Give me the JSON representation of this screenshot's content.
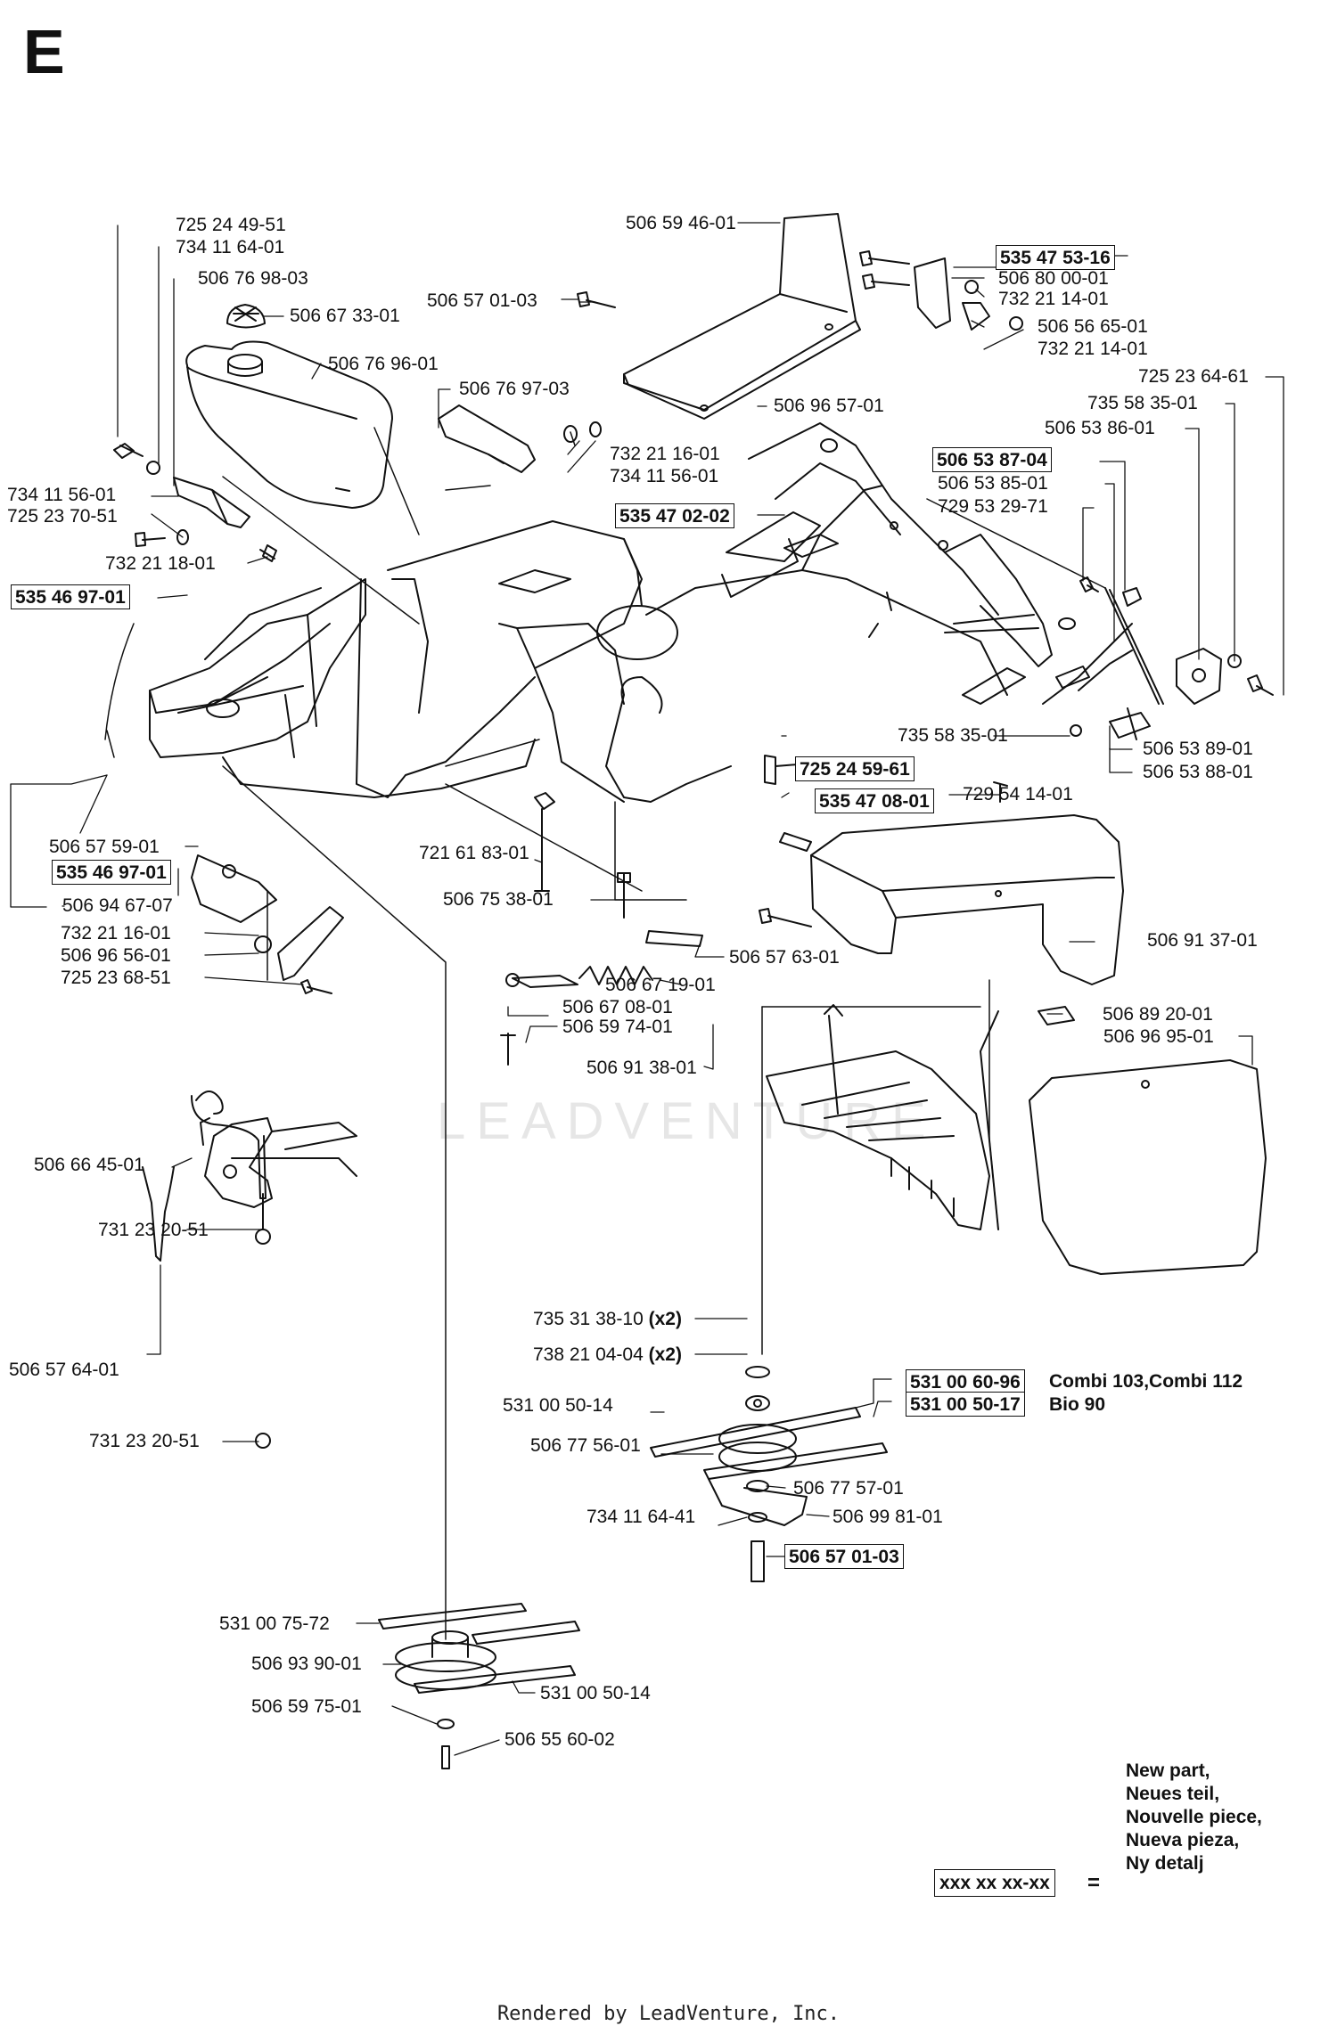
{
  "section_letter": "E",
  "watermark": "LEADVENTURE",
  "footer": "Rendered by LeadVenture, Inc.",
  "legend": {
    "lines": [
      "New part,",
      "Neues teil,",
      "Nouvelle piece,",
      "Nueva pieza,",
      "Ny detalj"
    ],
    "box": "xxx xx xx-xx",
    "equals": "="
  },
  "parts": {
    "p72524495": "725 24 49-51",
    "p73411640a": "734 11 64-01",
    "p50676983": "506 76 98-03",
    "p50667330": "506 67 33-01",
    "p50676960": "506 76 96-01",
    "p50676970": "506 76 97-03",
    "p73221160a": "732 21 16-01",
    "p73411560b": "734 11 56-01",
    "p73411560a": "734 11 56-01",
    "p72523705": "725 23 70-51",
    "p73221180": "732 21 18-01",
    "p53546970a": "535 46 97-01",
    "p50659460": "506 59 46-01",
    "p50657010a": "506 57 01-03",
    "p53547530": "535 47 53-16",
    "p50680000": "506 80 00-01",
    "p73221140a": "732 21 14-01",
    "p50656650": "506 56 65-01",
    "p73221140b": "732 21 14-01",
    "p72523646": "725 23 64-61",
    "p73558350a": "735 58 35-01",
    "p50696570": "506 96 57-01",
    "p50653860": "506 53 86-01",
    "p50653870": "506 53 87-04",
    "p50653850": "506 53 85-01",
    "p72953297": "729 53 29-71",
    "p53547020": "535 47 02-02",
    "p73558350b": "735 58 35-01",
    "p50653890": "506 53 89-01",
    "p50653880": "506 53 88-01",
    "p72524596": "725 24 59-61",
    "p53547080": "535 47 08-01",
    "p72954140": "729 54 14-01",
    "p50657590": "506 57 59-01",
    "p53546970b": "535 46 97-01",
    "p50694670": "506 94 67-07",
    "p72161830": "721 61 83-01",
    "p50675380": "506 75 38-01",
    "p50691370": "506 91 37-01",
    "p73221160b": "732 21 16-01",
    "p50696560": "506 96 56-01",
    "p72523685": "725 23 68-51",
    "p50657630": "506 57 63-01",
    "p50667190": "506 67 19-01",
    "p50667080": "506 67 08-01",
    "p50659740": "506 59 74-01",
    "p50689200": "506 89 20-01",
    "p50696950": "506 96 95-01",
    "p50691380": "506 91 38-01",
    "p50666450": "506 66 45-01",
    "p73123205a": "731 23 20-51",
    "p50657640": "506 57 64-01",
    "p73123205b": "731 23 20-51",
    "p73531381": "735 31 38-10",
    "p73821040": "738 21 04-04",
    "p53100609": "531 00 60-96",
    "p53100501a": "531 00 50-14",
    "p53100501b": "531 00 50-17",
    "p50677560": "506 77 56-01",
    "p50677570": "506 77 57-01",
    "p73411644": "734 11 64-41",
    "p50699810": "506 99 81-01",
    "p50657010b": "506 57 01-03",
    "p53100757": "531 00 75-72",
    "p50693900": "506 93 90-01",
    "p53100502": "531 00 50-14",
    "p50659750": "506 59 75-01",
    "p50655600": "506 55 60-02"
  },
  "qty": {
    "x2a": "(x2)",
    "x2b": "(x2)"
  },
  "notes": {
    "combi": "Combi 103,Combi 112",
    "bio": "Bio 90"
  }
}
